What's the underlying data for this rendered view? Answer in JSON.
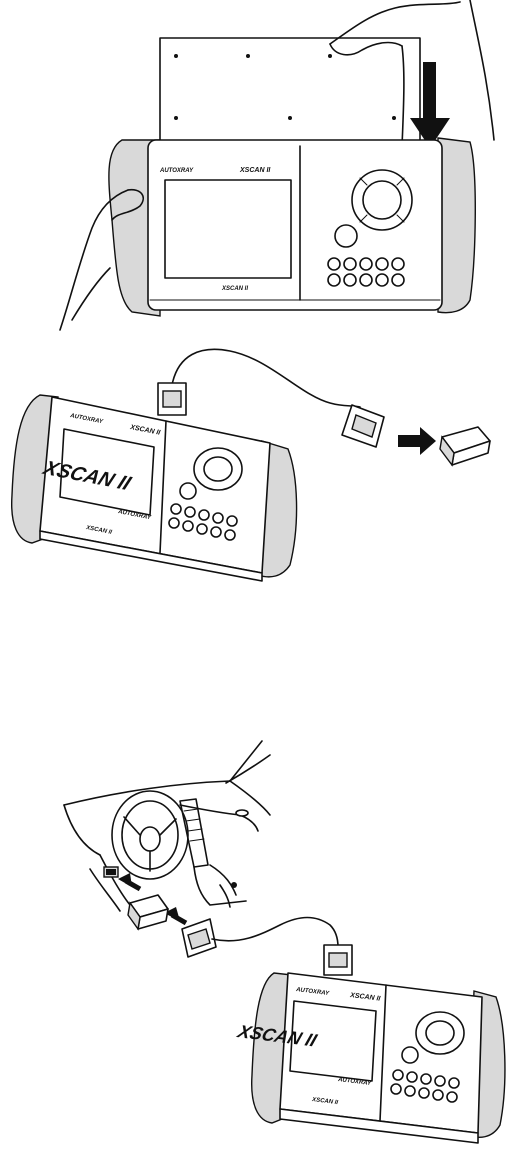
{
  "device": {
    "brand_label": "AUTOXRAY",
    "model_label": "XSCAN II",
    "screen_logo": "XSCAN II",
    "bottom_label": "XSCAN II"
  },
  "colors": {
    "line": "#111111",
    "grip": "#d9d9d9",
    "background": "#ffffff"
  }
}
